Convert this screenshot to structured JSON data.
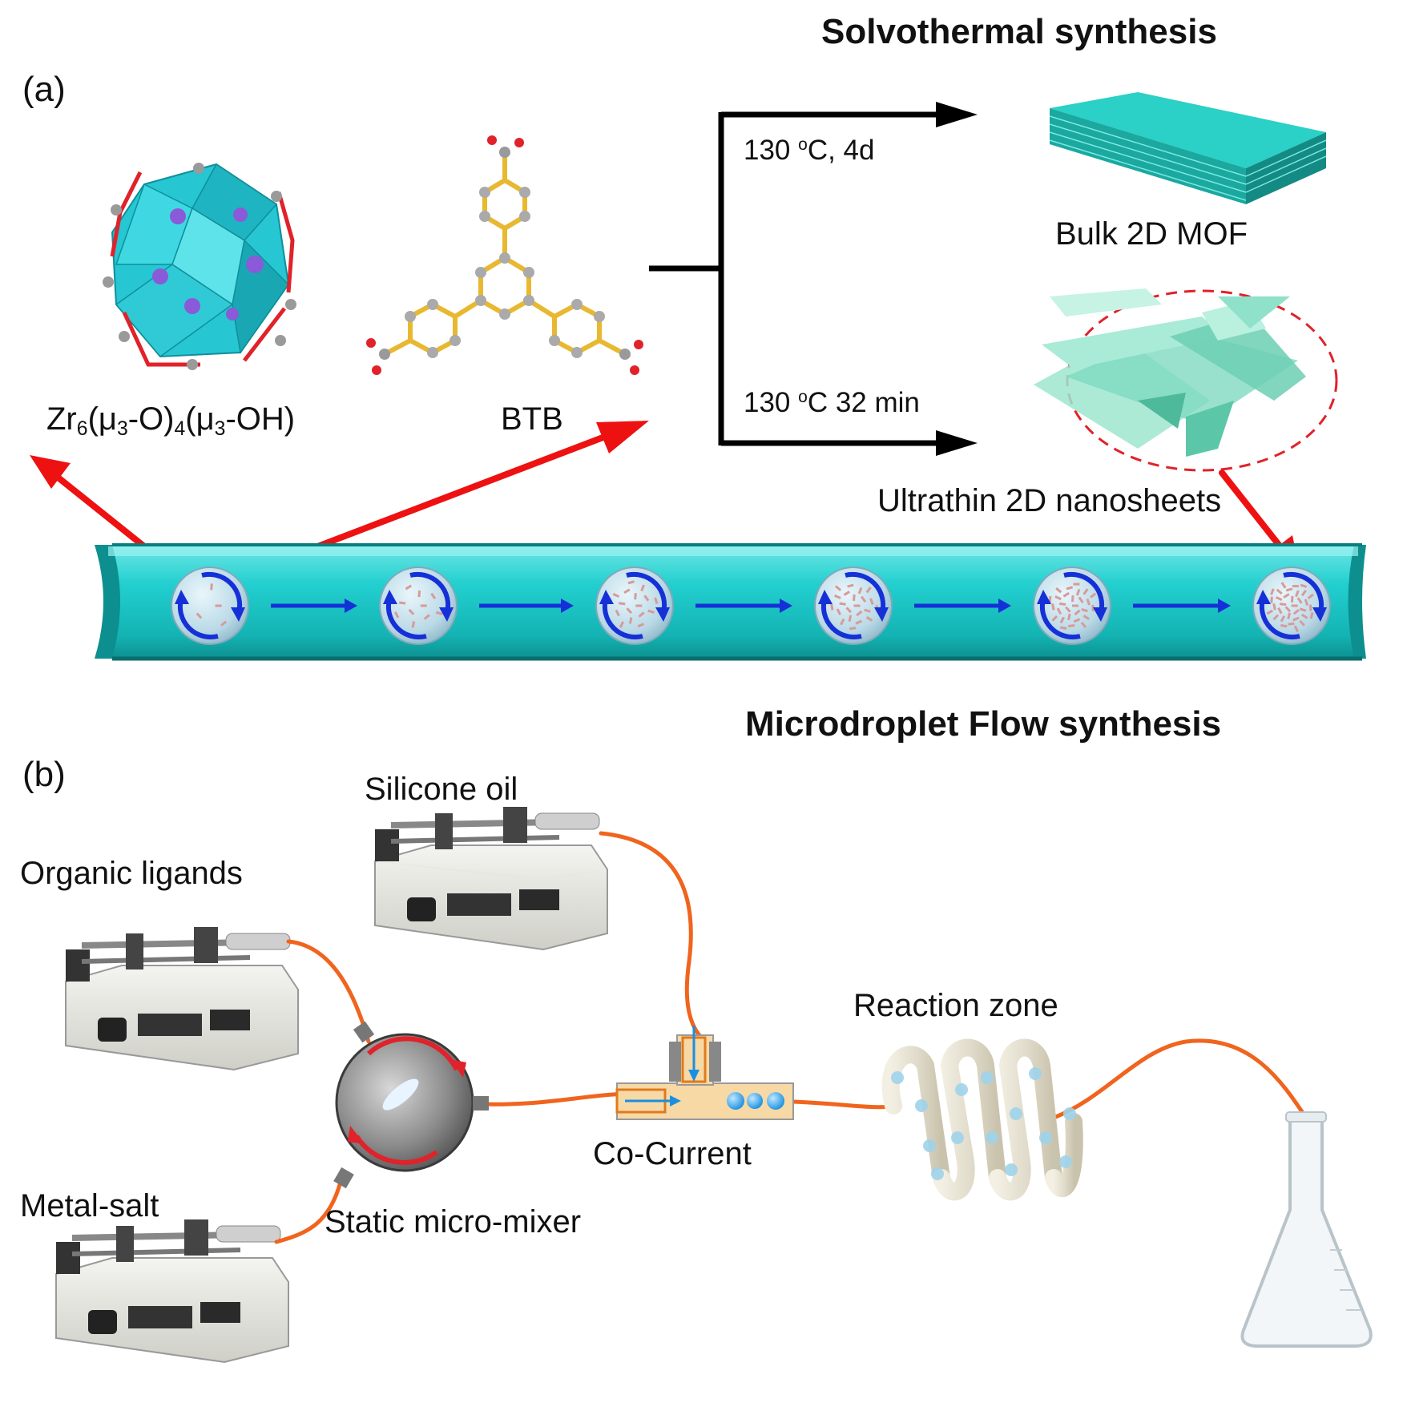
{
  "panel_a": {
    "label": "(a)",
    "solvothermal_title": "Solvothermal synthesis",
    "condition_top_num": "130 ",
    "condition_top_deg": "o",
    "condition_top_rest": "C, 4d",
    "condition_bottom_num": "130 ",
    "condition_bottom_deg": "o",
    "condition_bottom_rest": "C 32 min",
    "bulk_label": "Bulk 2D MOF",
    "nanosheets_label": "Ultrathin 2D nanosheets",
    "cluster_label": {
      "p1": "Zr",
      "s1": "6",
      "p2": "(μ",
      "s2": "3",
      "p3": "-O)",
      "s3": "4",
      "p4": "(μ",
      "s4": "3",
      "p5": "-OH)"
    },
    "ligand_label": "BTB",
    "flow_title": "Microdroplet Flow synthesis"
  },
  "panel_b": {
    "label": "(b)",
    "silicone_oil": "Silicone oil",
    "organic_ligands": "Organic ligands",
    "metal_salt": "Metal-salt",
    "static_mixer": "Static micro-mixer",
    "co_current": "Co-Current",
    "reaction_zone": "Reaction zone"
  },
  "colors": {
    "tube": "#1fcccc",
    "tube_dark": "#0f9c9c",
    "red_arrow": "#ee1111",
    "blue_arrow": "#1630d8",
    "tubing": "#f0641e",
    "nanosheet": "#7fd9c0",
    "bulk": "#23c2b8"
  }
}
